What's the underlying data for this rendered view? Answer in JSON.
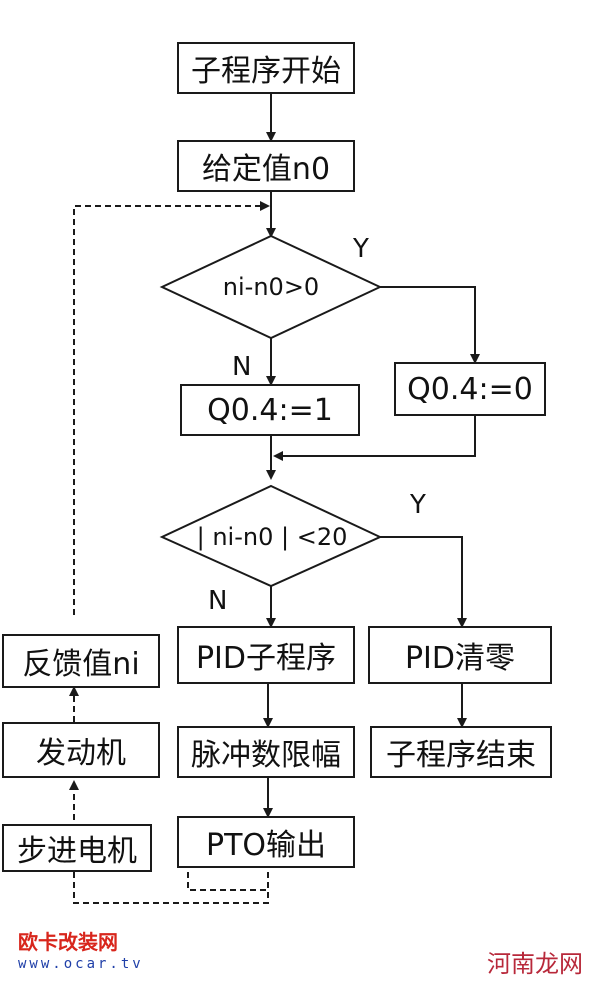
{
  "nodes": {
    "start": "子程序开始",
    "given_value": "给定值n0",
    "decision1": "ni-n0>0",
    "set_q04_1": "Q0.4:=1",
    "set_q04_0": "Q0.4:=0",
    "decision2": "| ni-n0 | <20",
    "pid_sub": "PID子程序",
    "pid_clear": "PID清零",
    "pulse_limit": "脉冲数限幅",
    "sub_end": "子程序结束",
    "pto_output": "PTO输出",
    "feedback": "反馈值ni",
    "engine": "发动机",
    "stepper": "步进电机"
  },
  "labels": {
    "d1_yes": "Y",
    "d1_no": "N",
    "d2_yes": "Y",
    "d2_no": "N"
  },
  "watermarks": {
    "left_title": "欧卡改装网",
    "left_url": "www.ocar.tv",
    "right_brand": "河南龙网"
  },
  "colors": {
    "line": "#1a1a1a",
    "watermark_red": "#d8261c",
    "watermark_blue": "#1f3fa8"
  }
}
